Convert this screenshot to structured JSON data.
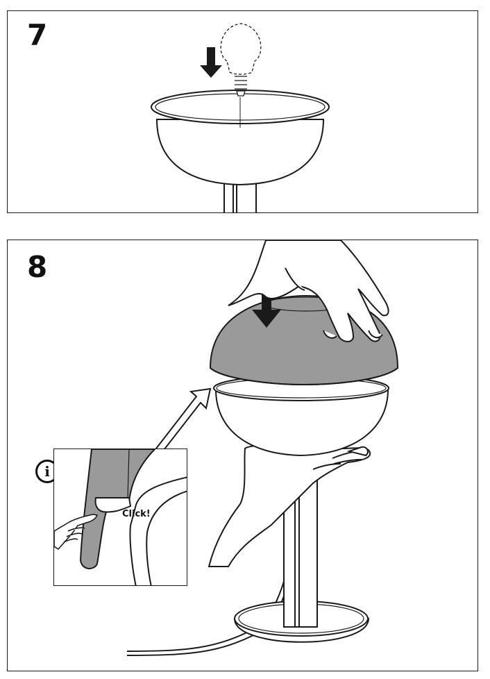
{
  "steps": [
    {
      "number": "7"
    },
    {
      "number": "8",
      "callout": {
        "click_text": "Click!",
        "info_glyph": "i"
      }
    }
  ],
  "colors": {
    "line": "#1a1a1a",
    "shade_grey": "#9a9a9a",
    "background": "#ffffff"
  },
  "icons": [
    "down-arrow-icon",
    "info-icon",
    "pointing-hand-icon",
    "light-bulb-icon"
  ]
}
